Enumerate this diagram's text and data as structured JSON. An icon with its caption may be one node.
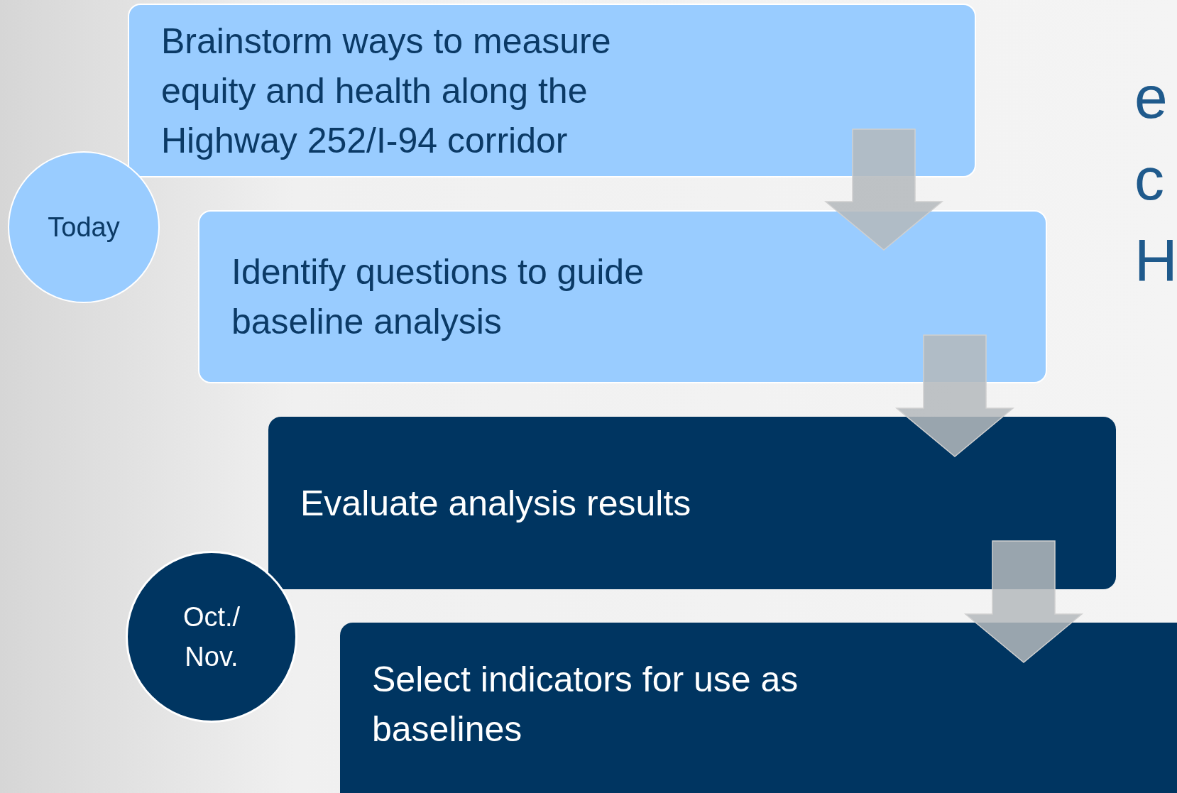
{
  "diagram": {
    "nodes": [
      {
        "text": [
          "Brainstorm ways to measure equity and health along the Highway 252/I-94 corridor"
        ]
      },
      {
        "text": [
          "Identify questions to guide baseline analysis"
        ]
      },
      {
        "text": [
          "Evaluate analysis results"
        ]
      },
      {
        "text": [
          "Select indicators for use as baselines"
        ]
      },
      {
        "text": [
          "Today"
        ]
      },
      {
        "text": [
          "Oct./ Nov."
        ]
      }
    ],
    "edges": [
      {
        "from": 0,
        "to": 1,
        "arrow": "to"
      },
      {
        "from": 1,
        "to": 2,
        "arrow": "to"
      },
      {
        "from": 2,
        "to": 3,
        "arrow": "to"
      }
    ],
    "labels": [
      "e",
      "c",
      "H"
    ]
  }
}
